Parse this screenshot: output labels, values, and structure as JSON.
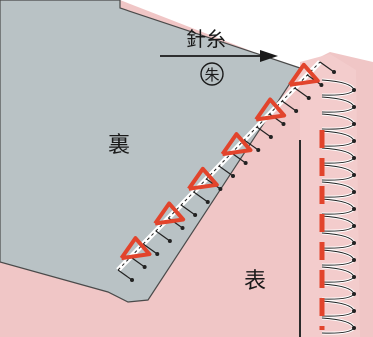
{
  "labels": {
    "needle_thread": "針糸",
    "needle_thread_color": "朱",
    "back_side": "裏",
    "front_side": "表"
  },
  "colors": {
    "background": "#ffffff",
    "back_fabric": "#b9c2c5",
    "front_fabric": "#f0c6c6",
    "thread_red": "#e2442c",
    "thread_white": "#ffffff",
    "stitch_outline": "#222222"
  },
  "icons": {
    "direction_arrow": "arrow-right-icon",
    "color_mark": "circled-character-icon"
  }
}
